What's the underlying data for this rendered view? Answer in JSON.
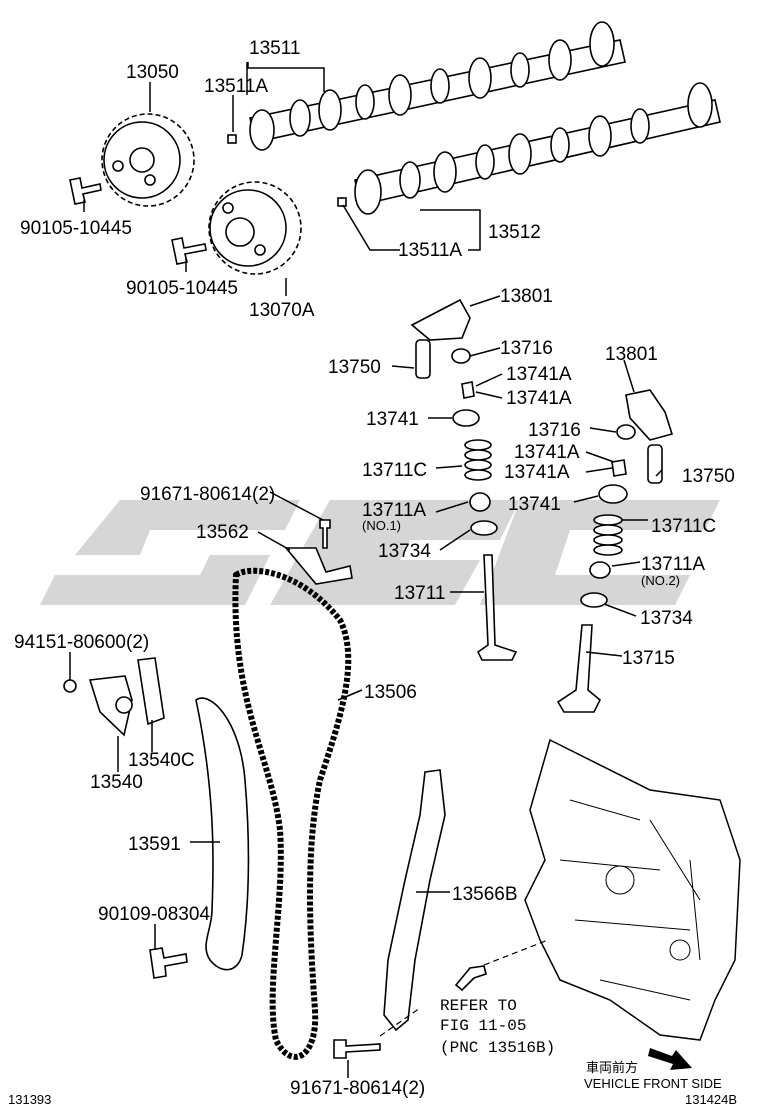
{
  "diagram": {
    "watermark": "GPSC",
    "labels": {
      "p13511": "13511",
      "p13050": "13050",
      "p13511A_top": "13511A",
      "p90105_a": "90105-10445",
      "p90105_b": "90105-10445",
      "p13070A": "13070A",
      "p13511A_low": "13511A",
      "p13512": "13512",
      "p13801_a": "13801",
      "p13801_b": "13801",
      "p13716_a": "13716",
      "p13716_b": "13716",
      "p13750_a": "13750",
      "p13750_b": "13750",
      "p13741A_1": "13741A",
      "p13741A_2": "13741A",
      "p13741A_3": "13741A",
      "p13741A_4": "13741A",
      "p13741_a": "13741",
      "p13741_b": "13741",
      "p13711C_a": "13711C",
      "p13711C_b": "13711C",
      "p13711A_a": "13711A",
      "no1": "(NO.1)",
      "p13711A_b": "13711A",
      "no2": "(NO.2)",
      "p91671_top": "91671-80614(2)",
      "p13562": "13562",
      "p13734_a": "13734",
      "p13734_b": "13734",
      "p13711": "13711",
      "p13715": "13715",
      "p94151": "94151-80600(2)",
      "p13506": "13506",
      "p13540C": "13540C",
      "p13540": "13540",
      "p13591": "13591",
      "p13566B": "13566B",
      "p90109": "90109-08304",
      "refer1": "REFER TO",
      "refer2": "FIG 11-05",
      "refer3": "(PNC 13516B)",
      "p91671_bot": "91671-80614(2)",
      "front_jp": "車両前方",
      "front_en": "VEHICLE FRONT SIDE",
      "code_left": "131393",
      "code_right": "131424B"
    }
  }
}
